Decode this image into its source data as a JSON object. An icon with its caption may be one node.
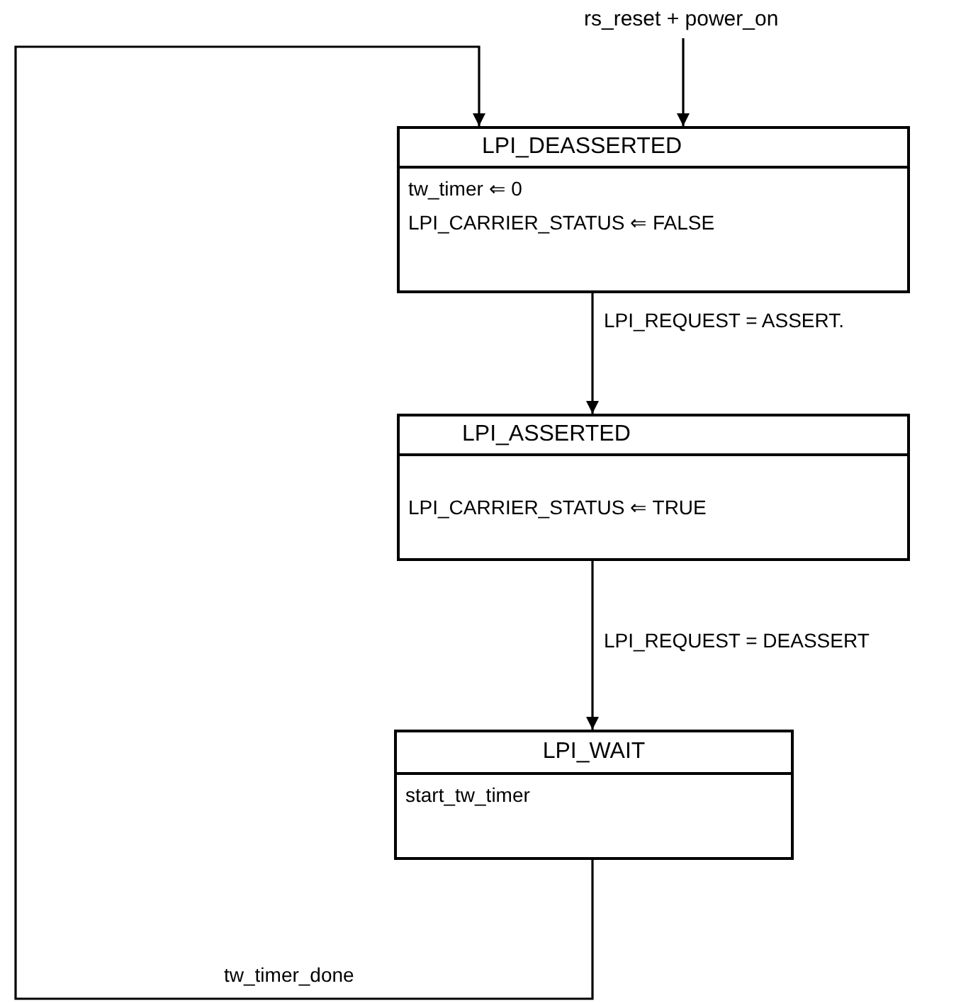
{
  "diagram": {
    "nodes": [
      {
        "text": [
          "rs_reset + power_on"
        ]
      },
      {
        "text": [
          "LPI_DEASSERTED",
          "tw_timer ⇐ 0",
          "LPI_CARRIER_STATUS ⇐ FALSE"
        ]
      },
      {
        "text": [
          "LPI_ASSERTED",
          "LPI_CARRIER_STATUS ⇐ TRUE"
        ]
      },
      {
        "text": [
          "LPI_WAIT",
          "start_tw_timer"
        ]
      }
    ],
    "edges": [
      {
        "from": 0,
        "to": 1,
        "arrow": "to"
      },
      {
        "from": 1,
        "to": 2,
        "arrow": "to",
        "label": "LPI_REQUEST = ASSERT."
      },
      {
        "from": 2,
        "to": 3,
        "arrow": "to",
        "label": "LPI_REQUEST = DEASSERT"
      },
      {
        "from": 3,
        "to": 1,
        "arrow": "to",
        "label": "tw_timer_done"
      }
    ]
  }
}
